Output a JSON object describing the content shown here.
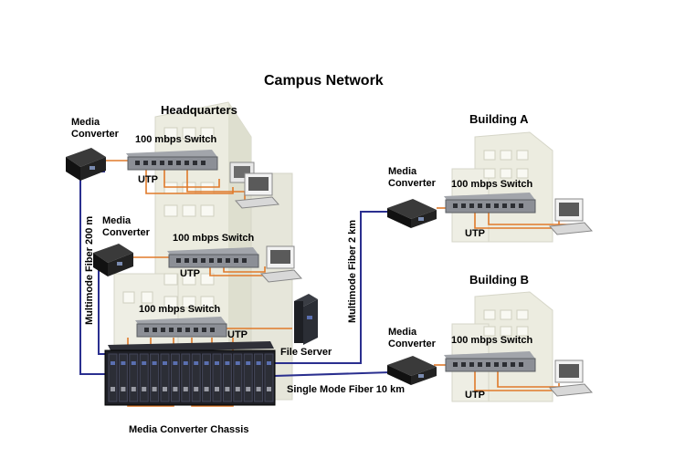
{
  "title": "Campus Network",
  "sites": {
    "headquarters": "Headquarters",
    "building_a": "Building A",
    "building_b": "Building B"
  },
  "labels": {
    "media_converter": "Media\nConverter",
    "switch": "100 mbps Switch",
    "utp": "UTP",
    "file_server": "File Server",
    "chassis": "Media Converter Chassis",
    "mm_fiber_200": "Multimode Fiber 200 m",
    "mm_fiber_2km": "Multimode Fiber 2 km",
    "sm_fiber_10km": "Single Mode Fiber 10 km"
  },
  "colors": {
    "utp_cable": "#e07a2a",
    "fiber_cable": "#2a2f8f",
    "building": "#e9e9dc",
    "switch_body": "#8c8f96",
    "converter": "#1c1c1c"
  }
}
